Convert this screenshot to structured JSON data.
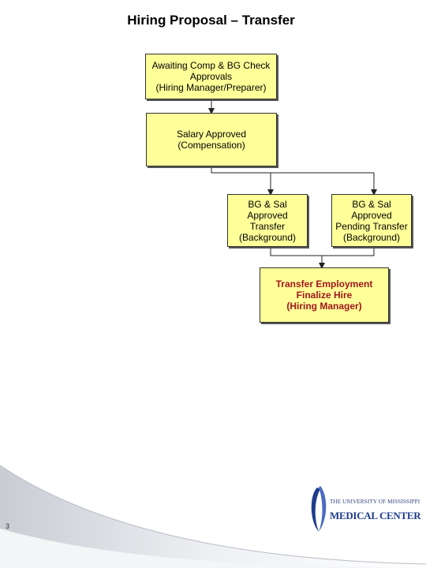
{
  "title": "Hiring Proposal – Transfer",
  "boxes": {
    "awaiting": {
      "lines": [
        "Awaiting Comp & BG Check",
        "Approvals",
        "(Hiring Manager/Preparer)"
      ]
    },
    "salary": {
      "lines": [
        "Salary Approved",
        "(Compensation)"
      ]
    },
    "bg_transfer": {
      "lines": [
        "BG & Sal Approved",
        "Transfer",
        "(Background)"
      ]
    },
    "bg_pending": {
      "lines": [
        "BG & Sal Approved",
        "Pending Transfer",
        "(Background)"
      ]
    },
    "final": {
      "lines": [
        "Transfer Employment",
        "Finalize Hire",
        "(Hiring Manager)"
      ]
    }
  },
  "page_number": "3",
  "logo": {
    "top": "THE UNIVERSITY OF MISSISSIPPI",
    "main": "MEDICAL CENTER"
  },
  "colors": {
    "box_fill": "#ffff99",
    "final_text": "#a0161c",
    "logo_blue": "#1f3c8c"
  }
}
